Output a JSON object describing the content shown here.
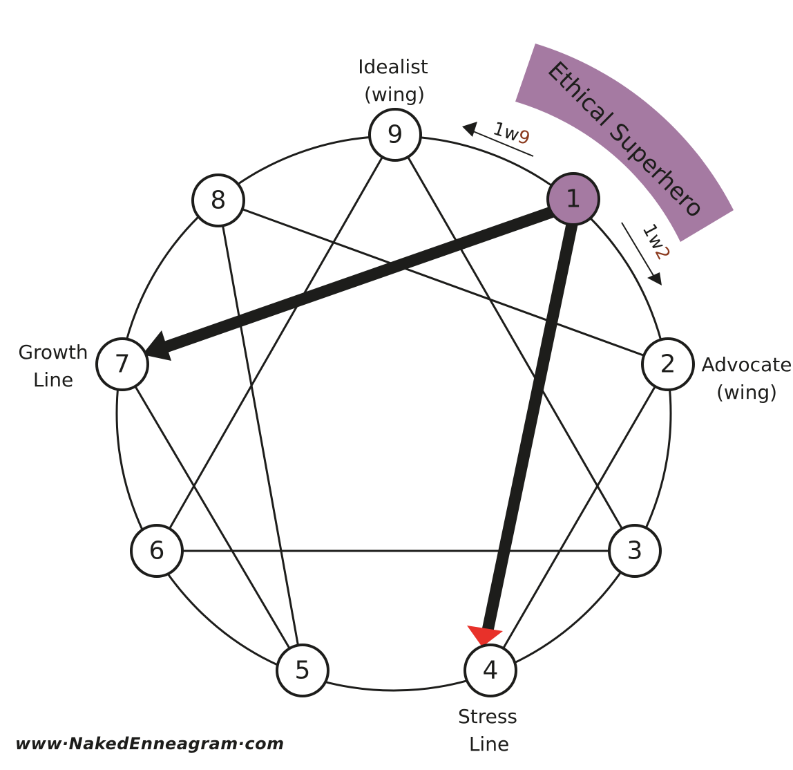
{
  "nodes": [
    {
      "id": "9",
      "label": "9"
    },
    {
      "id": "1",
      "label": "1"
    },
    {
      "id": "2",
      "label": "2"
    },
    {
      "id": "3",
      "label": "3"
    },
    {
      "id": "4",
      "label": "4"
    },
    {
      "id": "5",
      "label": "5"
    },
    {
      "id": "6",
      "label": "6"
    },
    {
      "id": "7",
      "label": "7"
    },
    {
      "id": "8",
      "label": "8"
    }
  ],
  "highlighted_node": "1",
  "labels": {
    "idealist_line1": "Idealist",
    "idealist_line2": "(wing)",
    "advocate_line1": "Advocate",
    "advocate_line2": "(wing)",
    "growth_line1": "Growth",
    "growth_line2": "Line",
    "stress_line1": "Stress",
    "stress_line2": "Line"
  },
  "wings": {
    "left_prefix": "1w",
    "left_number": "9",
    "right_prefix": "1w",
    "right_number": "2"
  },
  "banner": {
    "text": "Ethical Superhero"
  },
  "footer": {
    "url": "www·NakedEnneagram·com"
  },
  "colors": {
    "highlight": "#a57aa2",
    "banner": "#a57aa2",
    "stress_arrow": "#e8312a",
    "wing_number": "#8b3a1e",
    "ink": "#1d1d1b"
  }
}
